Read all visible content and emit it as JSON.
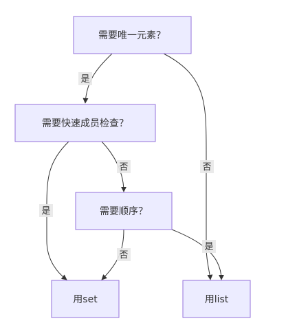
{
  "nodes": {
    "need_unique": "需要唯一元素？",
    "need_fast_check": "需要快速成员检查？",
    "need_order": "需要顺序？",
    "use_set": "用set",
    "use_list": "用list"
  },
  "edges": {
    "unique_yes": "是",
    "unique_no": "否",
    "fast_yes": "是",
    "fast_no": "否",
    "order_yes": "是",
    "order_no": "否"
  },
  "colors": {
    "node_fill": "#ECECFF",
    "node_stroke": "#9370DB",
    "edge": "#333333",
    "label_bg": "#e8e8e8"
  }
}
